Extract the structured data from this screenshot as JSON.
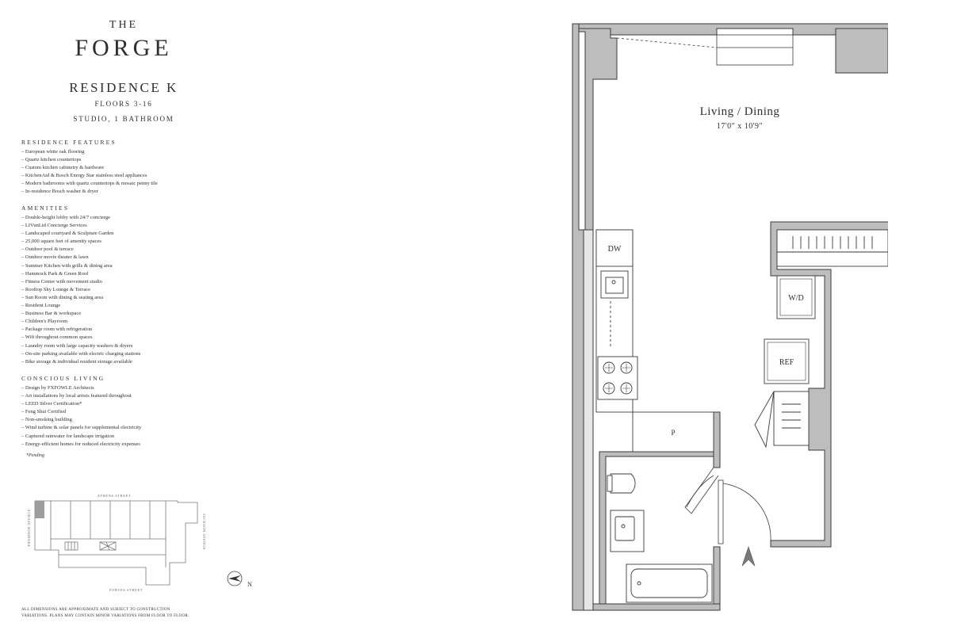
{
  "brand": {
    "the": "THE",
    "name": "FORGE"
  },
  "residence": {
    "title": "RESIDENCE K",
    "floors": "FLOORS 3-16",
    "type": "STUDIO, 1 BATHROOM"
  },
  "features": {
    "heading": "RESIDENCE FEATURES",
    "items": [
      "European white oak flooring",
      "Quartz kitchen countertops",
      "Custom kitchen cabinetry & hardware",
      "KitchenAid & Bosch Energy Star stainless steel appliances",
      "Modern bathrooms with quartz countertops & mosaic penny tile",
      "In-residence Bosch washer & dryer"
    ]
  },
  "amenities": {
    "heading": "AMENITIES",
    "items": [
      "Double-height lobby with 24/7 concierge",
      "LIVunLtd Concierge Services",
      "Landscaped courtyard & Sculpture Garden",
      "25,000 square feet of amenity spaces",
      "Outdoor pool & terrace",
      "Outdoor movie theater & lawn",
      "Summer Kitchen with grills & dining area",
      "Hammock Park & Green Roof",
      "Fitness Center with movement studio",
      "Rooftop Sky Lounge & Terrace",
      "Sun Room with dining & seating area",
      "Resident Lounge",
      "Business Bar & workspace",
      "Children's Playroom",
      "Package room with refrigeration",
      "Wifi throughout common spaces",
      "Laundry room with large capacity washers & dryers",
      "On-site parking available with electric charging stations",
      "Bike storage & individual resident storage available"
    ]
  },
  "conscious": {
    "heading": "CONSCIOUS LIVING",
    "items": [
      "Design by FXFOWLE Architects",
      "Art installations by local artists featured throughout",
      "LEED Silver Certification*",
      "Feng Shui Certified",
      "Non-smoking building",
      "Wind turbine & solar panels for supplemental electricity",
      "Captured rainwater for landscape irrigation",
      "Energy-efficient homes for reduced electricity expenses"
    ]
  },
  "pending_note": "*Pending",
  "keyplan": {
    "street_top": "ATHENS STREET",
    "street_bottom": "FORVES STREET",
    "street_left": "THOMSON AVENUE",
    "street_right": "JACKSON AVENUE",
    "north_label": "N"
  },
  "disclaimer": {
    "line1": "ALL DIMENSIONS ARE APPROXIMATE AND SUBJECT TO CONSTRUCTION",
    "line2": "VARIATIONS. PLANS MAY CONTAIN MINOR VARIATIONS FROM FLOOR TO FLOOR."
  },
  "floorplan": {
    "living_label": "Living / Dining",
    "living_dims": "17'0\" x 10'9\"",
    "dw": "DW",
    "wd": "W/D",
    "ref": "REF",
    "pantry": "P"
  },
  "colors": {
    "wall": "#bdbdbd",
    "line": "#3a3a3a",
    "text": "#2e2e2e"
  }
}
